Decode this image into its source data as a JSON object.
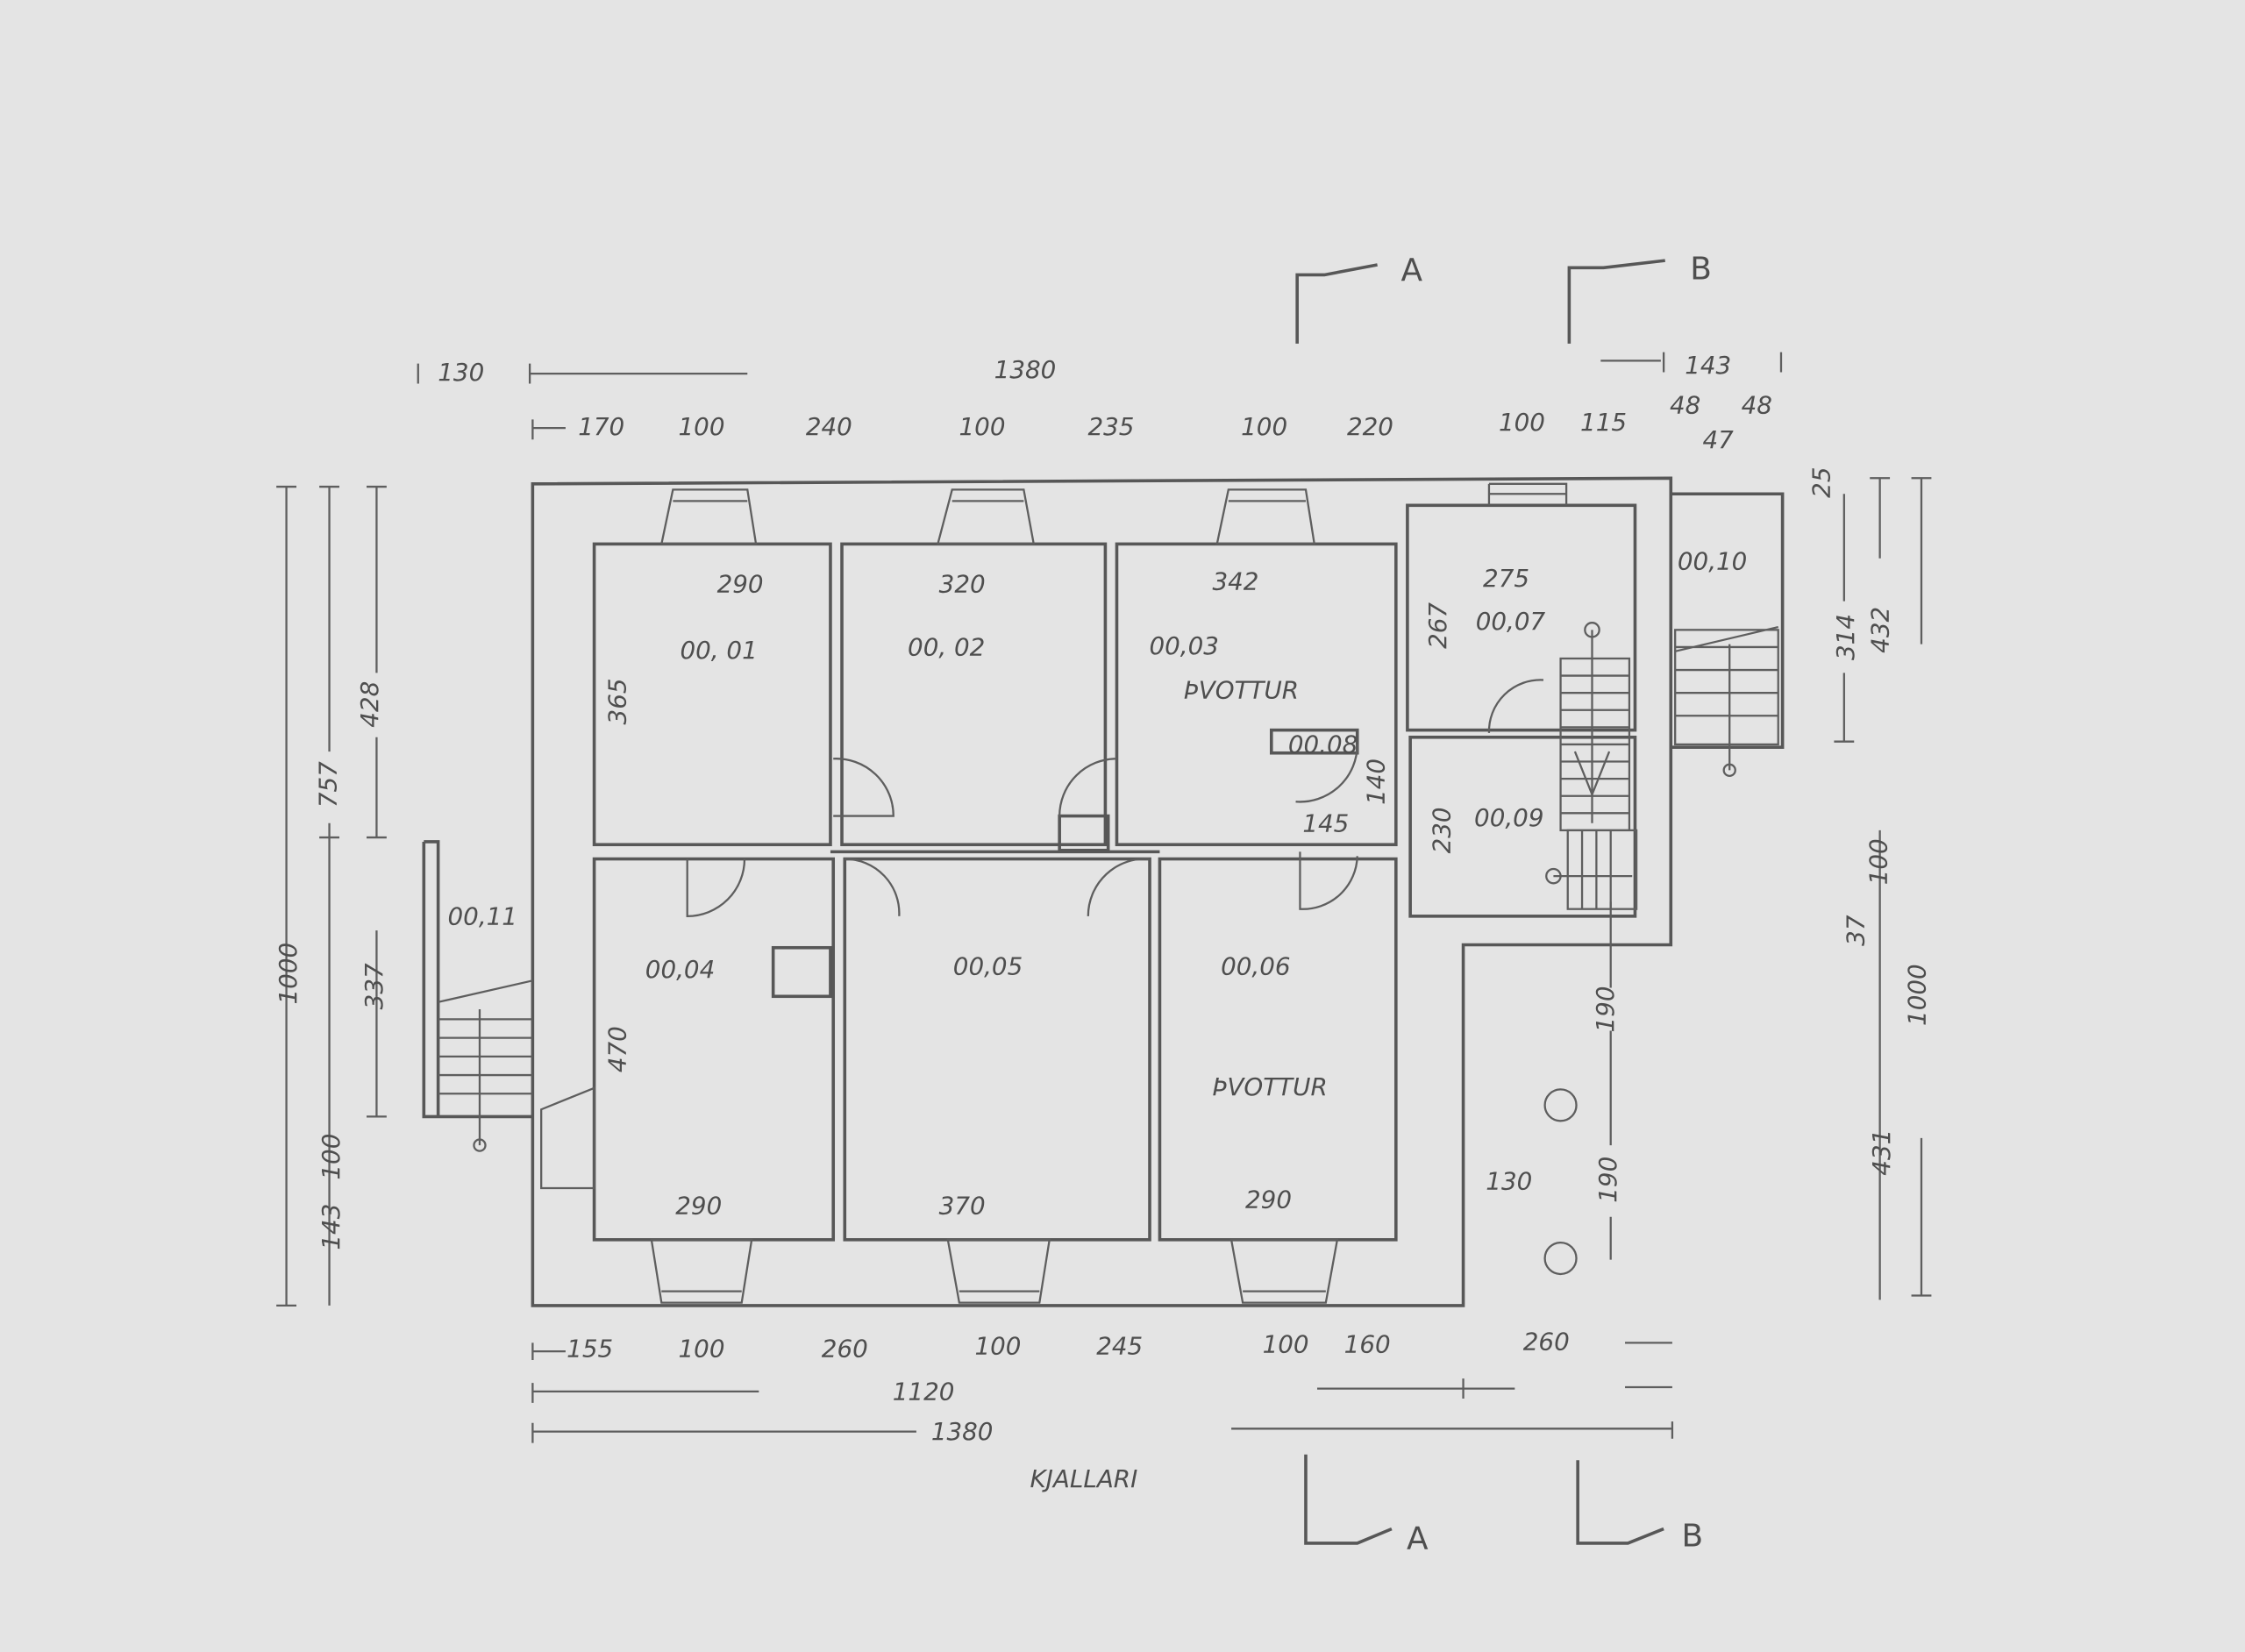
{
  "title": "KJALLARI",
  "sections": {
    "a": "A",
    "b": "B"
  },
  "rooms": {
    "r01": "00, 01",
    "r02": "00, 02",
    "r03": "00,03",
    "r04": "00,04",
    "r05": "00,05",
    "r06": "00,06",
    "r07": "00,07",
    "r08": "00.08",
    "r09": "00,09",
    "r10": "00,10",
    "r11": "00,11",
    "laundry1": "ÞVOTTUR",
    "laundry2": "ÞVOTTUR"
  },
  "dims_top": [
    "130",
    "1380",
    "170",
    "100",
    "240",
    "100",
    "235",
    "100",
    "220",
    "100",
    "115",
    "143",
    "48",
    "47",
    "48"
  ],
  "dims_rooms": [
    "290",
    "320",
    "342",
    "275",
    "267",
    "365",
    "140",
    "145",
    "230",
    "470",
    "290",
    "370",
    "290",
    "130",
    "190",
    "190"
  ],
  "dims_right": [
    "25",
    "314",
    "432",
    "100",
    "37",
    "1000",
    "431"
  ],
  "dims_left": [
    "1000",
    "757",
    "428",
    "337",
    "100",
    "143"
  ],
  "dims_bottom": [
    "155",
    "100",
    "260",
    "100",
    "245",
    "100",
    "160",
    "260",
    "1120",
    "1380"
  ]
}
